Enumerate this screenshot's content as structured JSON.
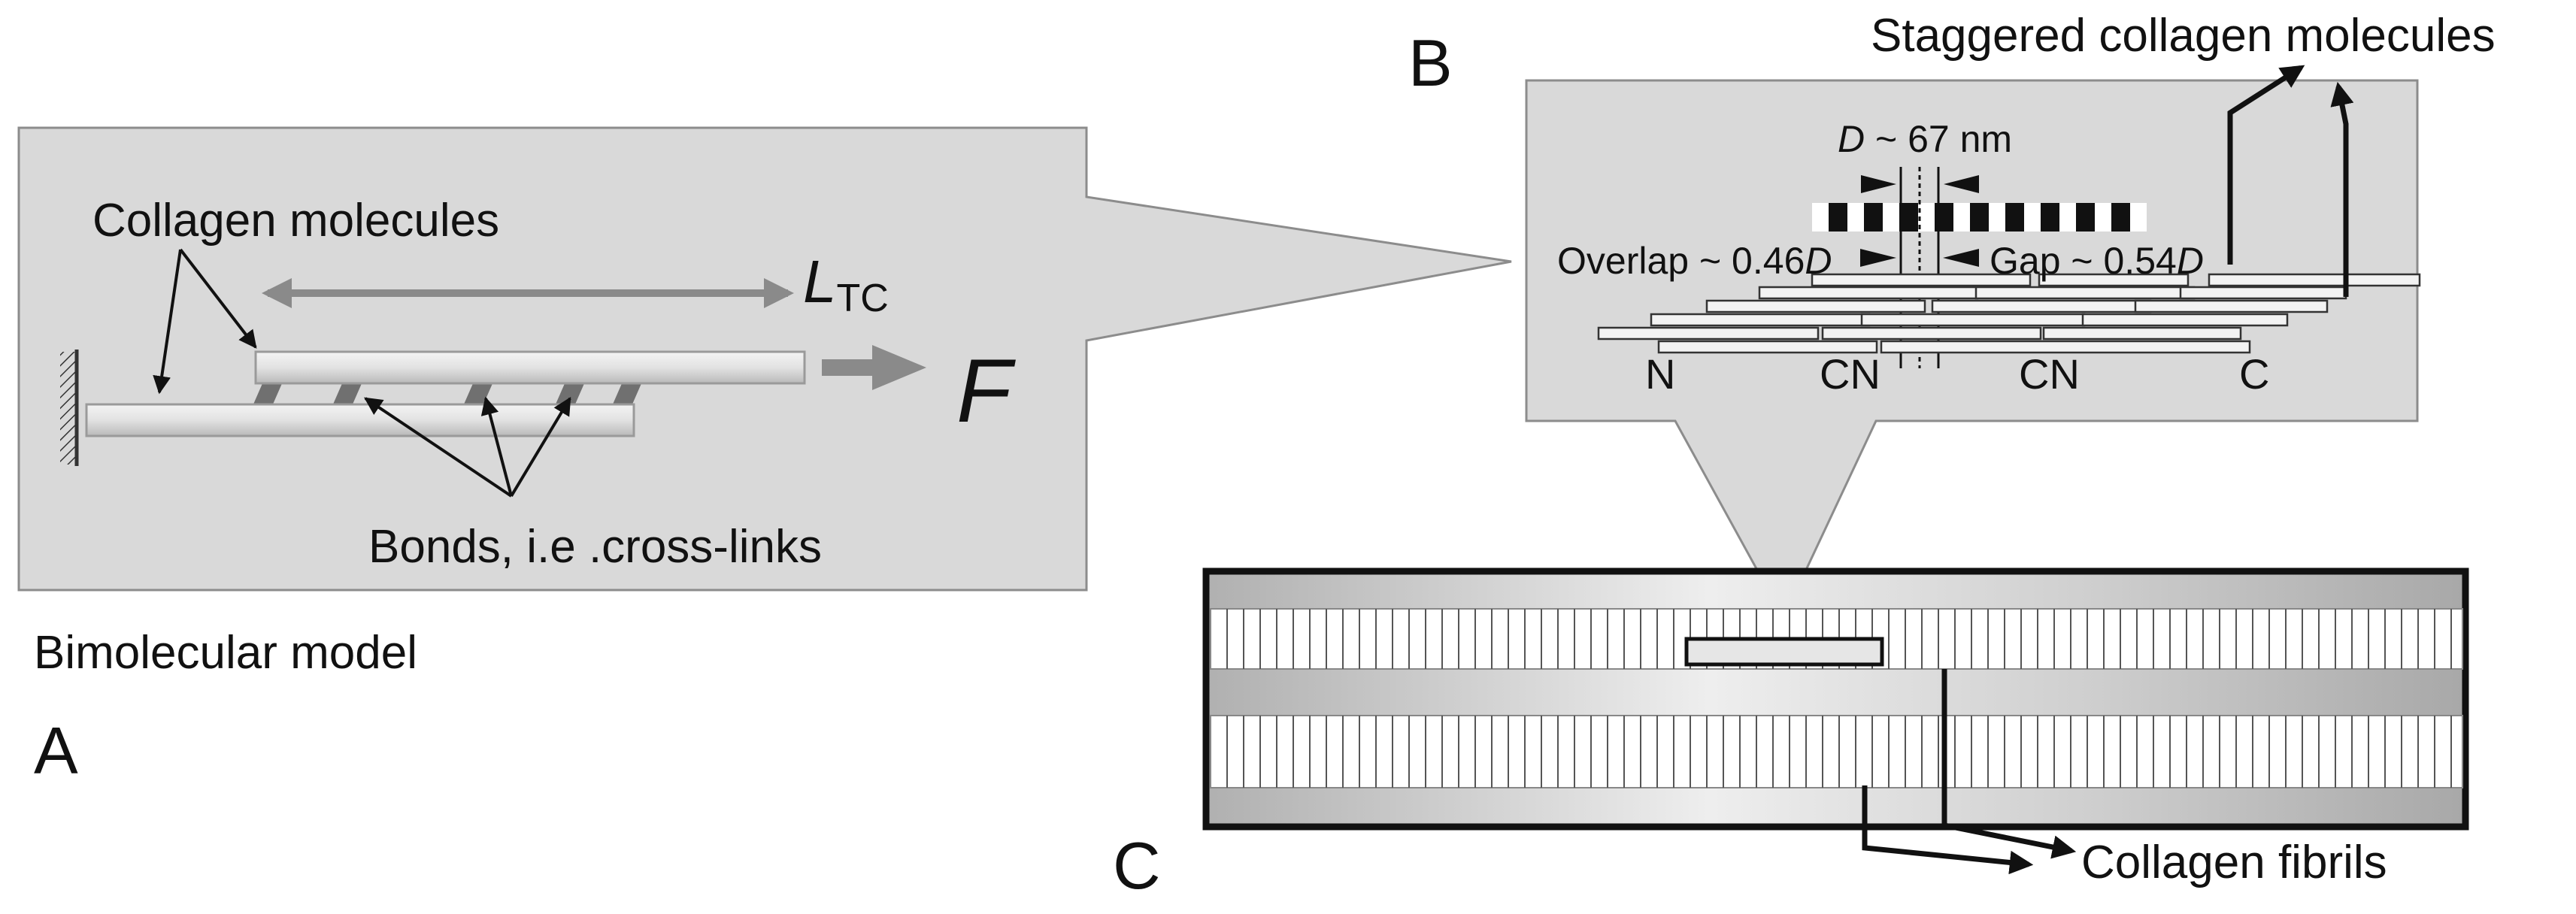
{
  "panel_a": {
    "letter": "A",
    "caption": "Bimolecular model",
    "label_molecules": "Collagen molecules",
    "label_bonds": "Bonds, i.e .cross-links",
    "length_symbol": "L",
    "length_subscript": "TC",
    "force_symbol": "F"
  },
  "panel_b": {
    "letter": "B",
    "title": "Staggered collagen molecules",
    "period_symbol": "D",
    "period_value": "~ 67 nm",
    "overlap_prefix": "Overlap ~ 0.46",
    "overlap_symbol": "D",
    "gap_prefix": "Gap ~ 0.54",
    "gap_symbol": "D",
    "ends": [
      "N",
      "CN",
      "CN",
      "C"
    ]
  },
  "panel_c": {
    "letter": "C",
    "label_fibrils": "Collagen fibrils"
  },
  "colors": {
    "panel_fill": "#d9d9d9",
    "panel_stroke": "#8c8c8c",
    "arrow_grey": "#8a8a8a",
    "ink": "#111111"
  }
}
